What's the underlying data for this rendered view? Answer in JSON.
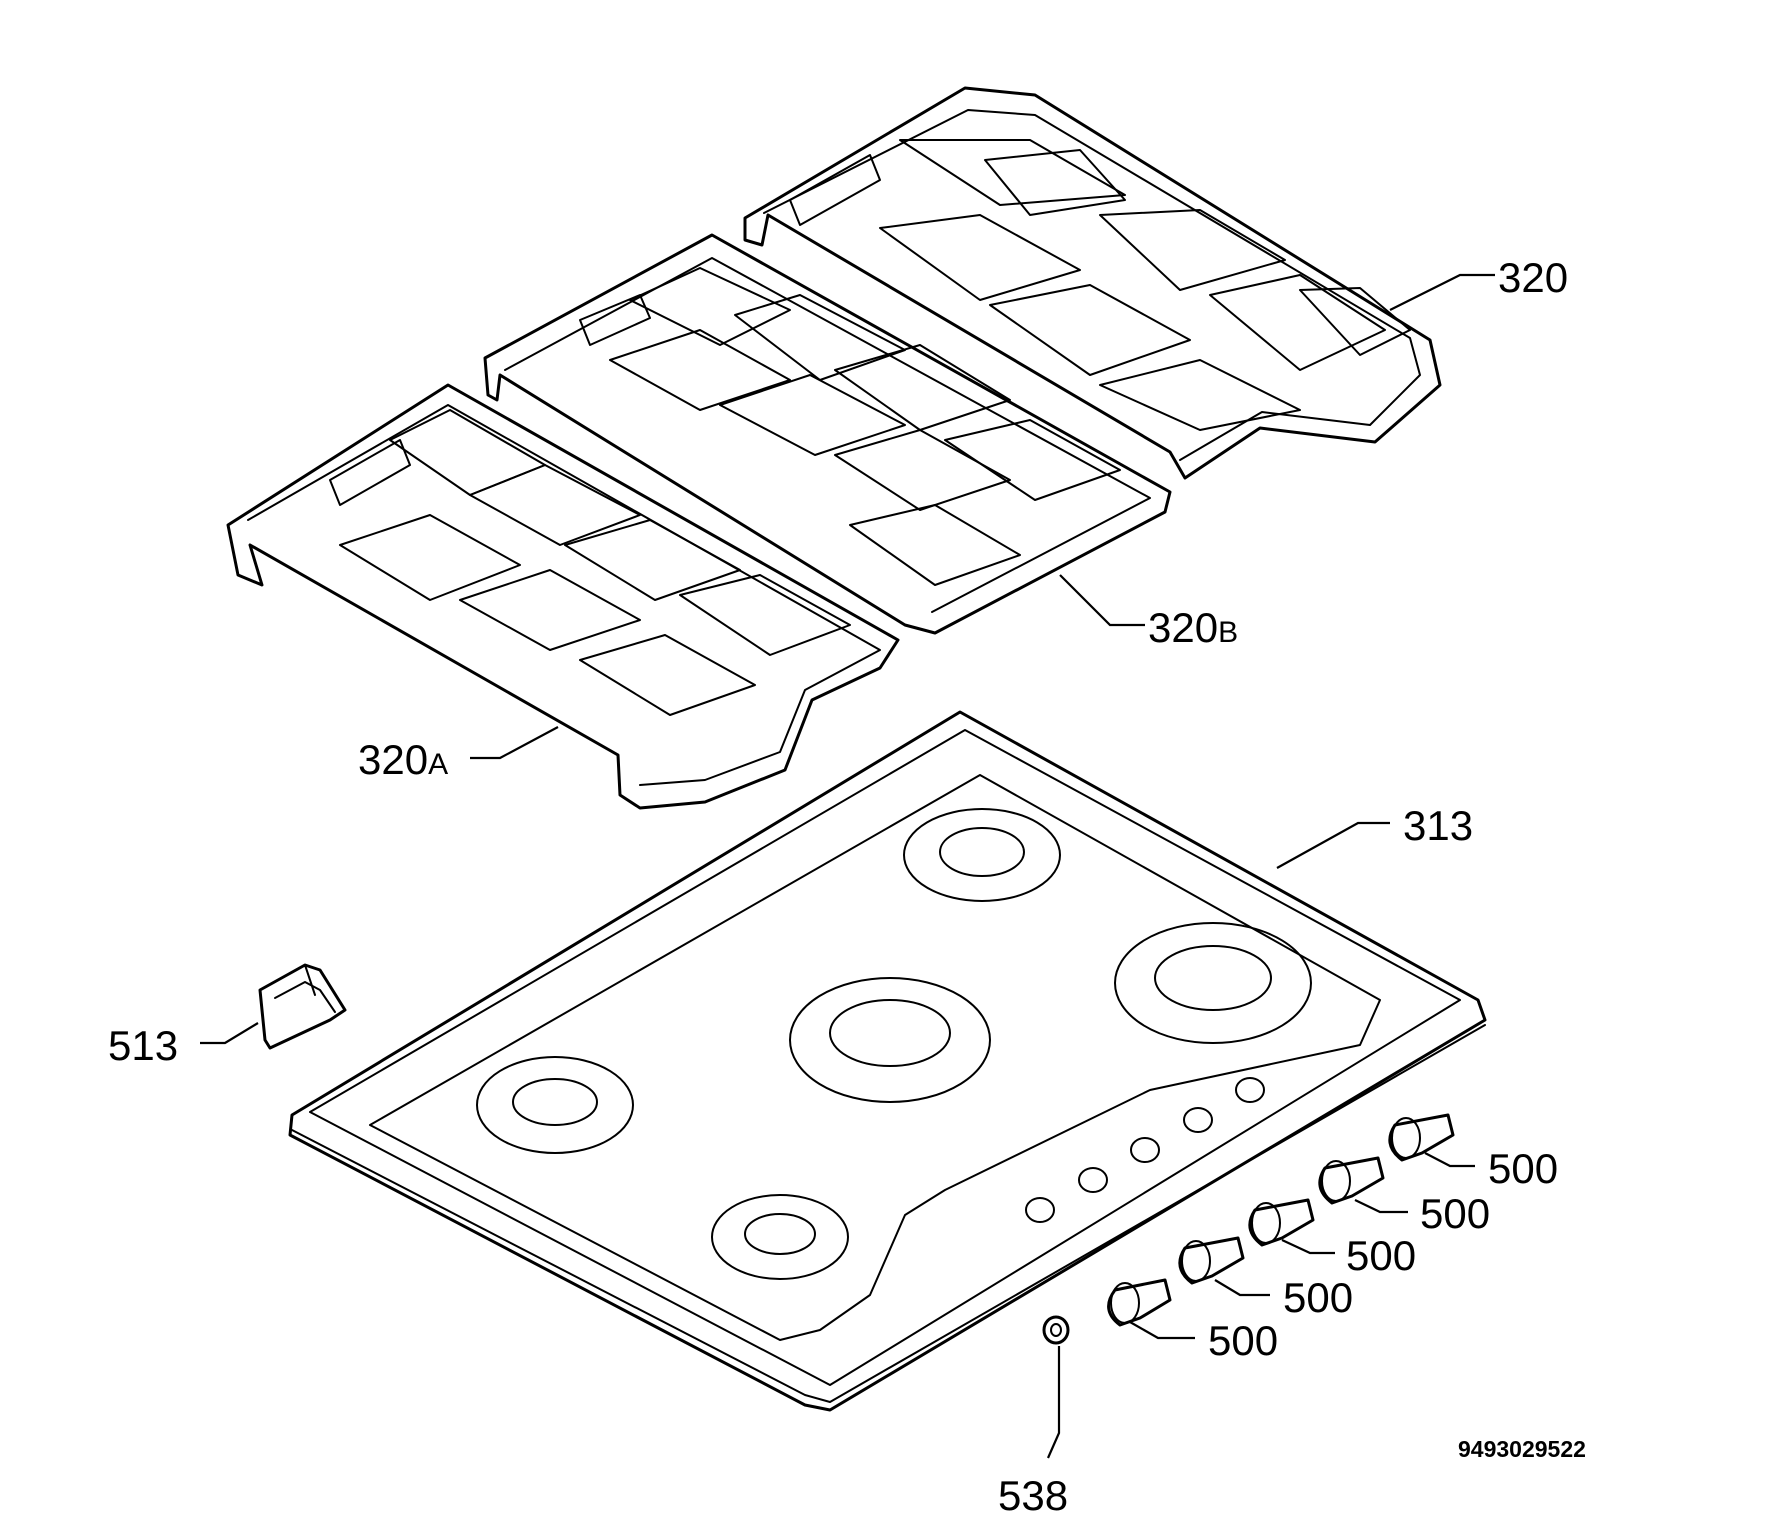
{
  "drawing_code": "9493029522",
  "labels": {
    "grid_rear": "320",
    "grid_middle_num": "320",
    "grid_middle_suffix": "B",
    "grid_front_num": "320",
    "grid_front_suffix": "A",
    "hob_top": "313",
    "bracket": "513",
    "knob_1": "500",
    "knob_2": "500",
    "knob_3": "500",
    "knob_4": "500",
    "knob_5": "500",
    "spark_button": "538"
  }
}
